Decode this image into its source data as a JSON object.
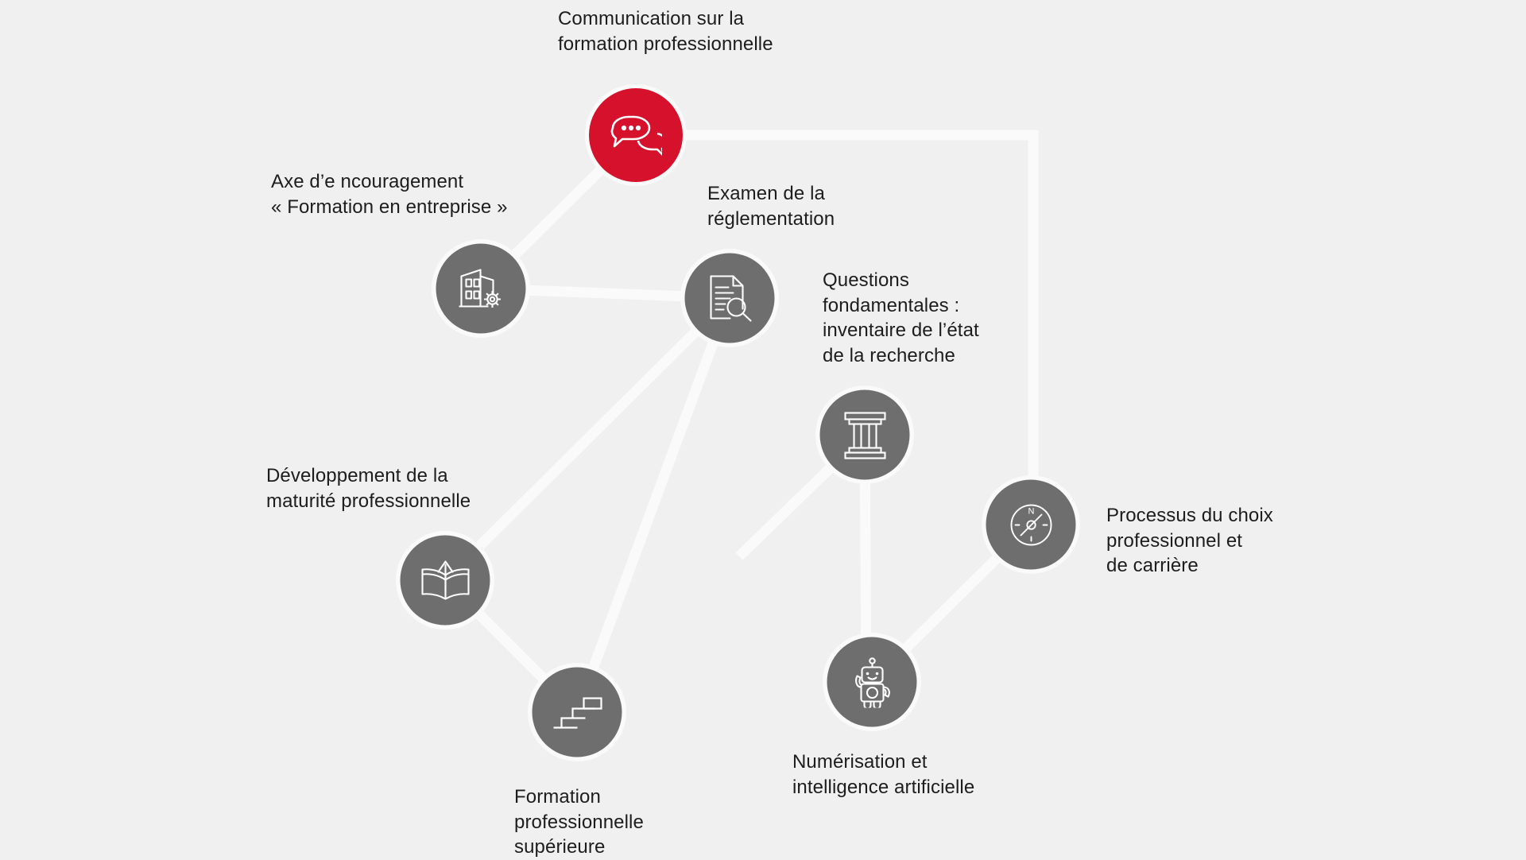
{
  "diagram": {
    "background_color": "#f0f0f0",
    "connector_color": "#fafafa",
    "node_gray": "#6e6e6e",
    "node_accent": "#d6112b",
    "text_color": "#1d1d1d",
    "nodes": [
      {
        "id": "communication",
        "icon": "speech-bubbles-icon",
        "accent": true,
        "label": "Communication sur la\nformation professionnelle"
      },
      {
        "id": "entreprise",
        "icon": "building-gear-icon",
        "accent": false,
        "label": "Axe  d’e ncouragement\n« Formation en entreprise »"
      },
      {
        "id": "reglementation",
        "icon": "document-magnifier-icon",
        "accent": false,
        "label": "Examen de la\nréglementation"
      },
      {
        "id": "questions-fondamentales",
        "icon": "column-pillar-icon",
        "accent": false,
        "label": "Questions\nfondamentales :\ninventaire de l’état\nde la recherche"
      },
      {
        "id": "choix-professionnel",
        "icon": "compass-icon",
        "accent": false,
        "label": "Processus du choix\nprofessionnel et\nde carrière"
      },
      {
        "id": "maturite",
        "icon": "open-book-arrow-icon",
        "accent": false,
        "label": "Développement de la\nmaturité professionnelle"
      },
      {
        "id": "formation-superieure",
        "icon": "stairs-icon",
        "accent": false,
        "label": "Formation\nprofessionnelle\nsupérieure"
      },
      {
        "id": "numerisation",
        "icon": "robot-icon",
        "accent": false,
        "label": "Numérisation et\nintelligence artificielle"
      }
    ]
  }
}
